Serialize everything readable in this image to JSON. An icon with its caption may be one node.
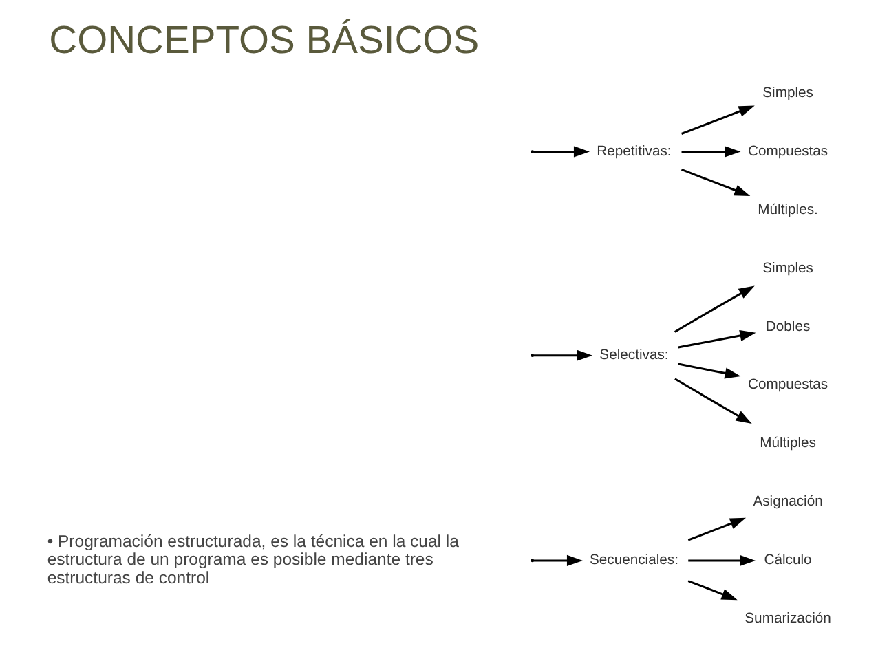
{
  "diagram": {
    "title": "CONCEPTOS BÁSICOS",
    "nodes": [
      {
        "text": [
          "Secuenciales:"
        ]
      },
      {
        "text": [
          "Asignación"
        ]
      },
      {
        "text": [
          "Cálculo"
        ]
      },
      {
        "text": [
          "Sumarización"
        ]
      },
      {
        "text": [
          "Selectivas:"
        ]
      },
      {
        "text": [
          "Simples"
        ]
      },
      {
        "text": [
          "Dobles"
        ]
      },
      {
        "text": [
          "Compuestas"
        ]
      },
      {
        "text": [
          "Múltiples"
        ]
      },
      {
        "text": [
          "Repetitivas:"
        ]
      },
      {
        "text": [
          "Simples"
        ]
      },
      {
        "text": [
          "Compuestas"
        ]
      },
      {
        "text": [
          "Múltiples."
        ]
      }
    ],
    "edges": [
      {
        "from": null,
        "to": 0,
        "arrow": "to"
      },
      {
        "from": 0,
        "to": 1,
        "arrow": "to"
      },
      {
        "from": 0,
        "to": 2,
        "arrow": "to"
      },
      {
        "from": 0,
        "to": 3,
        "arrow": "to"
      },
      {
        "from": null,
        "to": 4,
        "arrow": "to"
      },
      {
        "from": 4,
        "to": 5,
        "arrow": "to"
      },
      {
        "from": 4,
        "to": 6,
        "arrow": "to"
      },
      {
        "from": 4,
        "to": 7,
        "arrow": "to"
      },
      {
        "from": 4,
        "to": 8,
        "arrow": "to"
      },
      {
        "from": null,
        "to": 9,
        "arrow": "to"
      },
      {
        "from": 9,
        "to": 10,
        "arrow": "to"
      },
      {
        "from": 9,
        "to": 11,
        "arrow": "to"
      },
      {
        "from": 9,
        "to": 12,
        "arrow": "to"
      }
    ],
    "labels": [
      "• Programación estructurada, es la técnica en la cual la estructura de un programa es posible mediante tres estructuras de control"
    ]
  }
}
